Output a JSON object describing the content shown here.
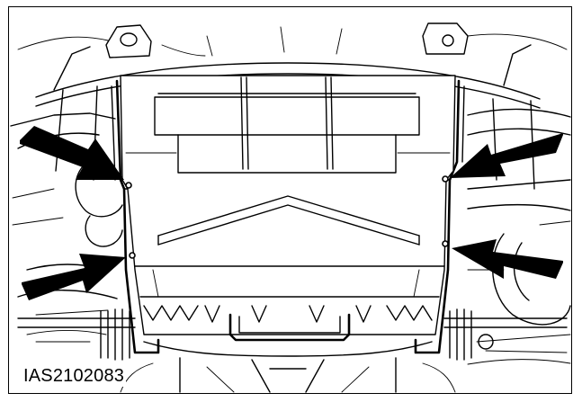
{
  "figure": {
    "id_label": "IAS2102083"
  },
  "callouts": [
    {
      "name": "arrow-upper-left",
      "target": "bolt-upper-left"
    },
    {
      "name": "arrow-lower-left",
      "target": "bolt-lower-left"
    },
    {
      "name": "arrow-upper-right",
      "target": "bolt-upper-right"
    },
    {
      "name": "arrow-lower-right",
      "target": "bolt-lower-right"
    }
  ],
  "colors": {
    "line": "#000000",
    "background": "#ffffff"
  }
}
